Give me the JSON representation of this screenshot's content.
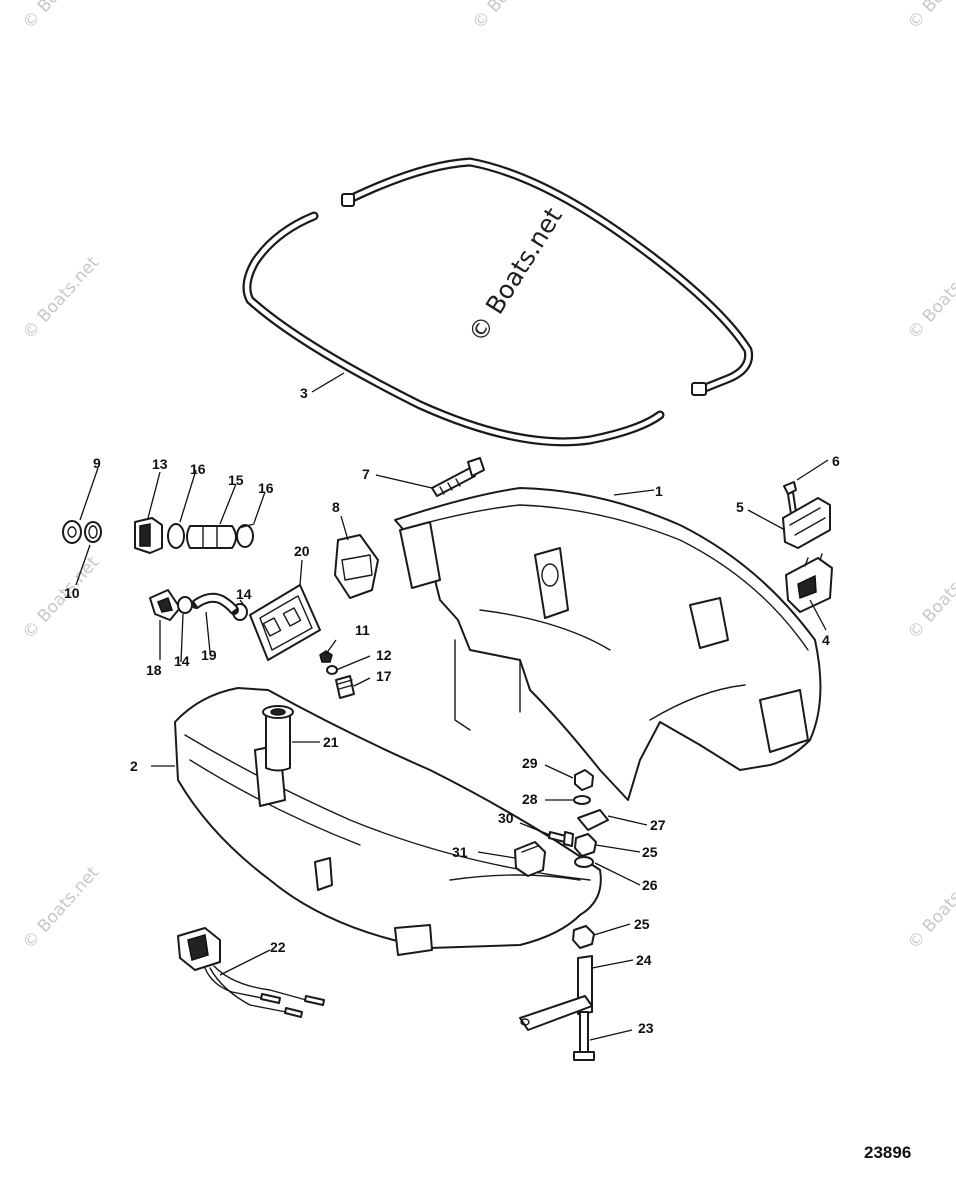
{
  "diagram": {
    "figure_number": "23896",
    "watermark_center": "© Boats.net",
    "watermark_small": "© Boats.net",
    "callouts": [
      "1",
      "2",
      "3",
      "4",
      "5",
      "6",
      "7",
      "8",
      "9",
      "10",
      "11",
      "12",
      "13",
      "14",
      "14",
      "15",
      "16",
      "16",
      "17",
      "18",
      "19",
      "20",
      "21",
      "22",
      "23",
      "24",
      "25",
      "25",
      "26",
      "27",
      "28",
      "29",
      "30",
      "31"
    ]
  }
}
